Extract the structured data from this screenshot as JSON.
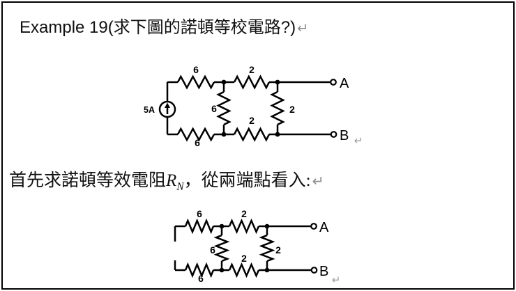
{
  "document": {
    "title": "Example 19(求下圖的諾頓等校電路?)",
    "title_return_mark": "↵",
    "paragraph2": {
      "prefix": "首先求諾頓等效電阻",
      "symbol": "R",
      "symbol_subscript": "N",
      "suffix": "，從兩端點看入:",
      "return_mark": "↵"
    }
  },
  "circuit1": {
    "current_source_label": "5A",
    "resistor_top_left": "6",
    "resistor_top_right": "2",
    "resistor_middle": "6",
    "resistor_right": "2",
    "resistor_bottom_left": "6",
    "resistor_bottom_right": "2",
    "terminal_a_label": "A",
    "terminal_b_label": "B",
    "return_mark": "↵"
  },
  "circuit2": {
    "resistor_top_left": "6",
    "resistor_top_right": "2",
    "resistor_middle": "6",
    "resistor_right": "2",
    "resistor_bottom_left": "6",
    "resistor_bottom_right": "2",
    "terminal_a_label": "A",
    "terminal_b_label": "B",
    "return_mark": "↵"
  },
  "colors": {
    "ink": "#000000",
    "return_gray": "#8c8c8c",
    "border": "#000000"
  }
}
